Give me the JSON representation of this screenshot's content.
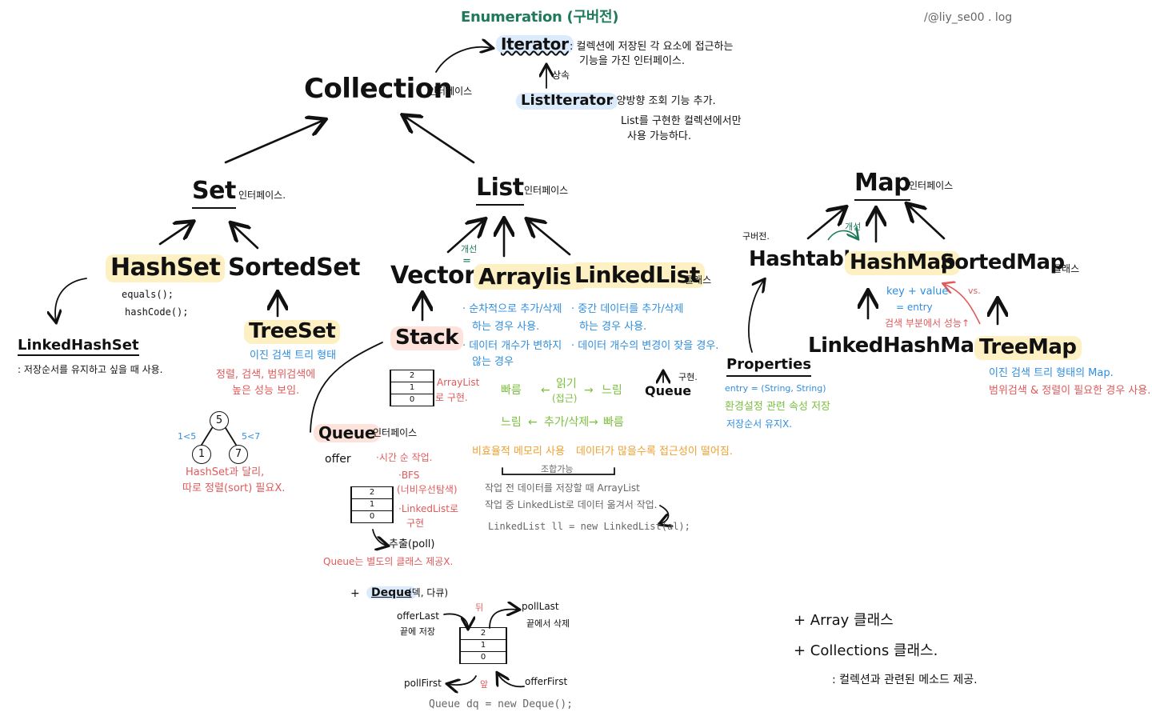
{
  "handle": "/@liy_se00 . log",
  "enumeration": {
    "label": "Enumeration (구버전)"
  },
  "iterator": {
    "label": "Iterator",
    "desc1": ": 컬렉션에 저장된 각 요소에 접근하는",
    "desc2": "기능을 가진 인터페이스."
  },
  "inherit_label": "상속",
  "listiterator": {
    "label": "ListIterator",
    "desc1": ": 양방향 조회 기능 추가.",
    "desc2": "List를 구현한 컬렉션에서만",
    "desc3": "사용 가능하다."
  },
  "collection": {
    "label": "Collection",
    "sub": "인터페이스"
  },
  "set": {
    "label": "Set",
    "sub": "인터페이스."
  },
  "list": {
    "label": "List",
    "sub": "인터페이스"
  },
  "map": {
    "label": "Map",
    "sub": "인터페이스"
  },
  "hashset": {
    "label": "HashSet",
    "m1": "equals();",
    "m2": "hashCode();"
  },
  "linkedhashset": {
    "label": "LinkedHashSet",
    "desc": ": 저장순서를 유지하고 싶을 때 사용."
  },
  "sortedset": {
    "label": "SortedSet"
  },
  "treeset": {
    "label": "TreeSet",
    "desc_blue": "이진 검색 트리 형태",
    "desc_red1": "정렬, 검색, 범위검색에",
    "desc_red2": "높은 성능 보임."
  },
  "bst": {
    "root": "5",
    "left": "1",
    "right": "7",
    "lt": "1<5",
    "gt": "5<7",
    "note1": "HashSet과 달리,",
    "note2": "따로 정렬(sort) 필요X."
  },
  "vector": {
    "label": "Vector",
    "improve": "개선",
    "eq": "="
  },
  "arraylist": {
    "label": "Arraylist",
    "d1": "· 순차적으로 추가/삭제",
    "d2": "하는 경우 사용.",
    "d3": "· 데이터 개수가 변하지",
    "d4": "않는 경우"
  },
  "linkedlist": {
    "label": "LinkedList",
    "sub": "클래스",
    "d1": "· 중간 데이터를 추가/삭제",
    "d2": "하는 경우 사용.",
    "d3": "· 데이터 개수의 변경이 잦을 경우."
  },
  "stack": {
    "label": "Stack",
    "cells": [
      "2",
      "1",
      "0"
    ],
    "note1": "ArrayList",
    "note2": "로 구현."
  },
  "perf": {
    "fast1": "빠름",
    "read": "읽기",
    "read2": "(접근)",
    "slow1": "느림",
    "slow2": "느림",
    "addrm": "추가/삭제",
    "fast2": "빠름",
    "arrow_l": "←",
    "arrow_r": "→"
  },
  "queue_impl": {
    "label": "Queue",
    "sub": "구현."
  },
  "memory": {
    "ar": "비효율적 메모리 사용",
    "ll": "데이터가 많을수록 접근성이 떨어짐."
  },
  "combine": {
    "title": "조합가능",
    "l1": "작업 전 데이터를 저장할 때 ArrayList",
    "l2": "작업 중 LinkedList로 데이터 옮겨서 작업.",
    "code": "LinkedList ll = new LinkedList(al);"
  },
  "queue": {
    "label": "Queue",
    "sub": "인터페이스",
    "offer": "offer",
    "n1": "·시간 순 작업.",
    "n2": "·BFS",
    "n3": "(너비우선탐색)",
    "n4": "·LinkedList로",
    "n5": "구현",
    "cells": [
      "2",
      "1",
      "0"
    ],
    "poll": "추출(poll)",
    "note": "Queue는 별도의 클래스 제공X."
  },
  "deque": {
    "plus": "+",
    "label": "Deque",
    "sub": "(덱, 다큐)",
    "offerLast": "offerLast",
    "offerLast2": "끝에 저장",
    "back": "뒤",
    "pollLast": "pollLast",
    "pollLast2": "끝에서 삭제",
    "cells": [
      "2",
      "1",
      "0"
    ],
    "pollFirst": "pollFirst",
    "front": "앞",
    "offerFirst": "offerFirst",
    "code": "Queue dq = new Deque();"
  },
  "hashtable": {
    "label": "Hashtable",
    "old": "구버전.",
    "improve": "개선"
  },
  "hashmap": {
    "label": "HashMap",
    "kv1": "key + value",
    "kv2": "= entry",
    "kv3": "검색 부분에서 성능↑"
  },
  "sortedmap": {
    "label": "SortedMap",
    "sub": "클래스",
    "vs": "vs."
  },
  "linkedhashmap": {
    "label": "LinkedHashMap"
  },
  "treemap": {
    "label": "TreeMap",
    "d1": "이진 검색 트리 형태의 Map.",
    "d2": "범위검색 & 정렬이 필요한 경우 사용."
  },
  "properties": {
    "label": "Properties",
    "d1": "entry = (String, String)",
    "d2": "환경설정 관련 속성 저장",
    "d3": "저장순서 유지X."
  },
  "extras": {
    "array": "+ Array 클래스",
    "collections": "+ Collections 클래스.",
    "desc": ": 컬렉션과 관련된 메소드 제공."
  }
}
